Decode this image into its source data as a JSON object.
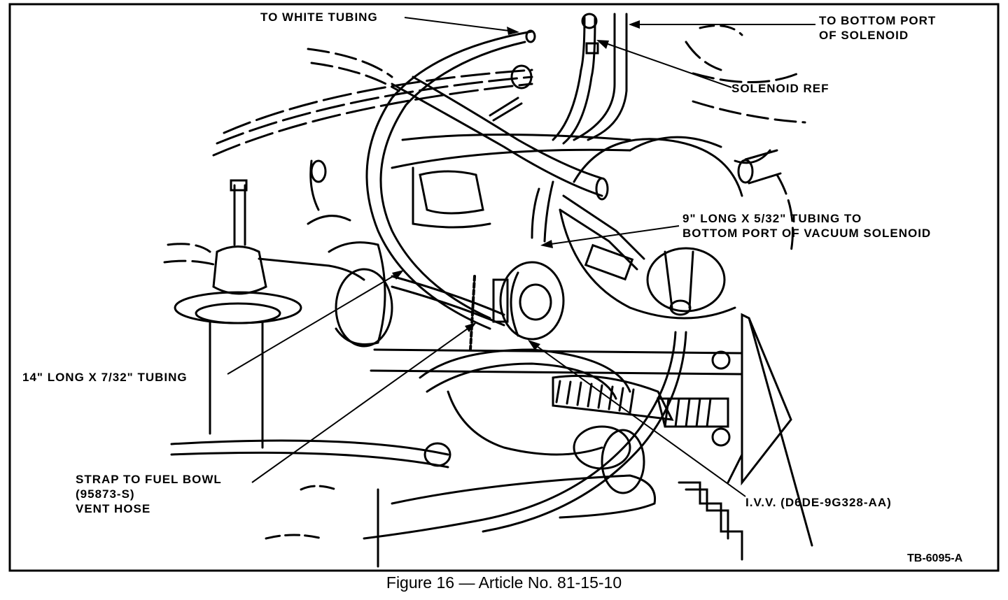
{
  "labels": {
    "white_tubing": "TO WHITE TUBING",
    "bottom_port_line1": "TO BOTTOM PORT",
    "bottom_port_line2": "OF SOLENOID",
    "solenoid_ref": "SOLENOID REF",
    "tubing_9_line1": "9\" LONG X 5/32\" TUBING TO",
    "tubing_9_line2": "BOTTOM PORT OF VACUUM SOLENOID",
    "tubing_14": "14\" LONG X 7/32\" TUBING",
    "strap_line1": "STRAP TO FUEL BOWL",
    "strap_line2": "(95873-S)",
    "strap_line3": "VENT HOSE",
    "ivv": "I.V.V. (D6DE-9G328-AA)"
  },
  "figure_code": "TB-6095-A",
  "caption": "Figure 16 — Article No. 81-15-10",
  "colors": {
    "ink": "#000000",
    "paper": "#ffffff"
  }
}
